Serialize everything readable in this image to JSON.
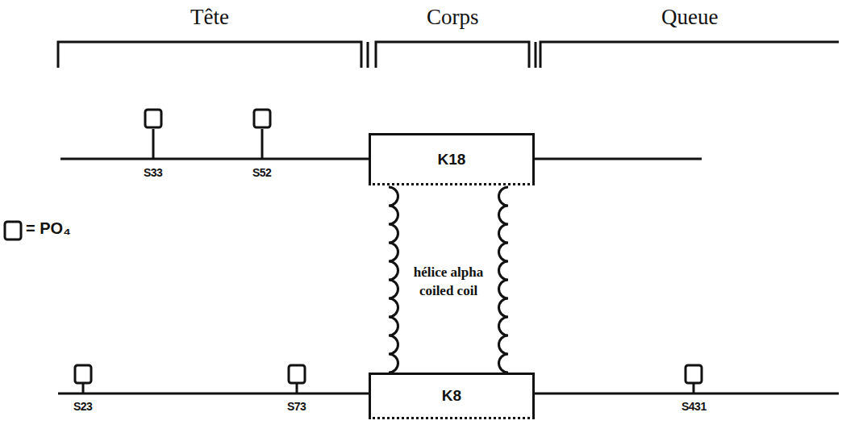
{
  "diagram": {
    "nodes": [
      {
        "text": [
          "K18"
        ]
      },
      {
        "text": [
          "hélice alpha coiled coil"
        ]
      },
      {
        "text": [
          "K8"
        ]
      }
    ],
    "labels": [
      "Tête",
      "Corps",
      "Queue",
      "S33",
      "S52",
      "S23",
      "S73",
      "S431"
    ],
    "legend": [
      {
        "text": "= PO₄"
      }
    ]
  }
}
